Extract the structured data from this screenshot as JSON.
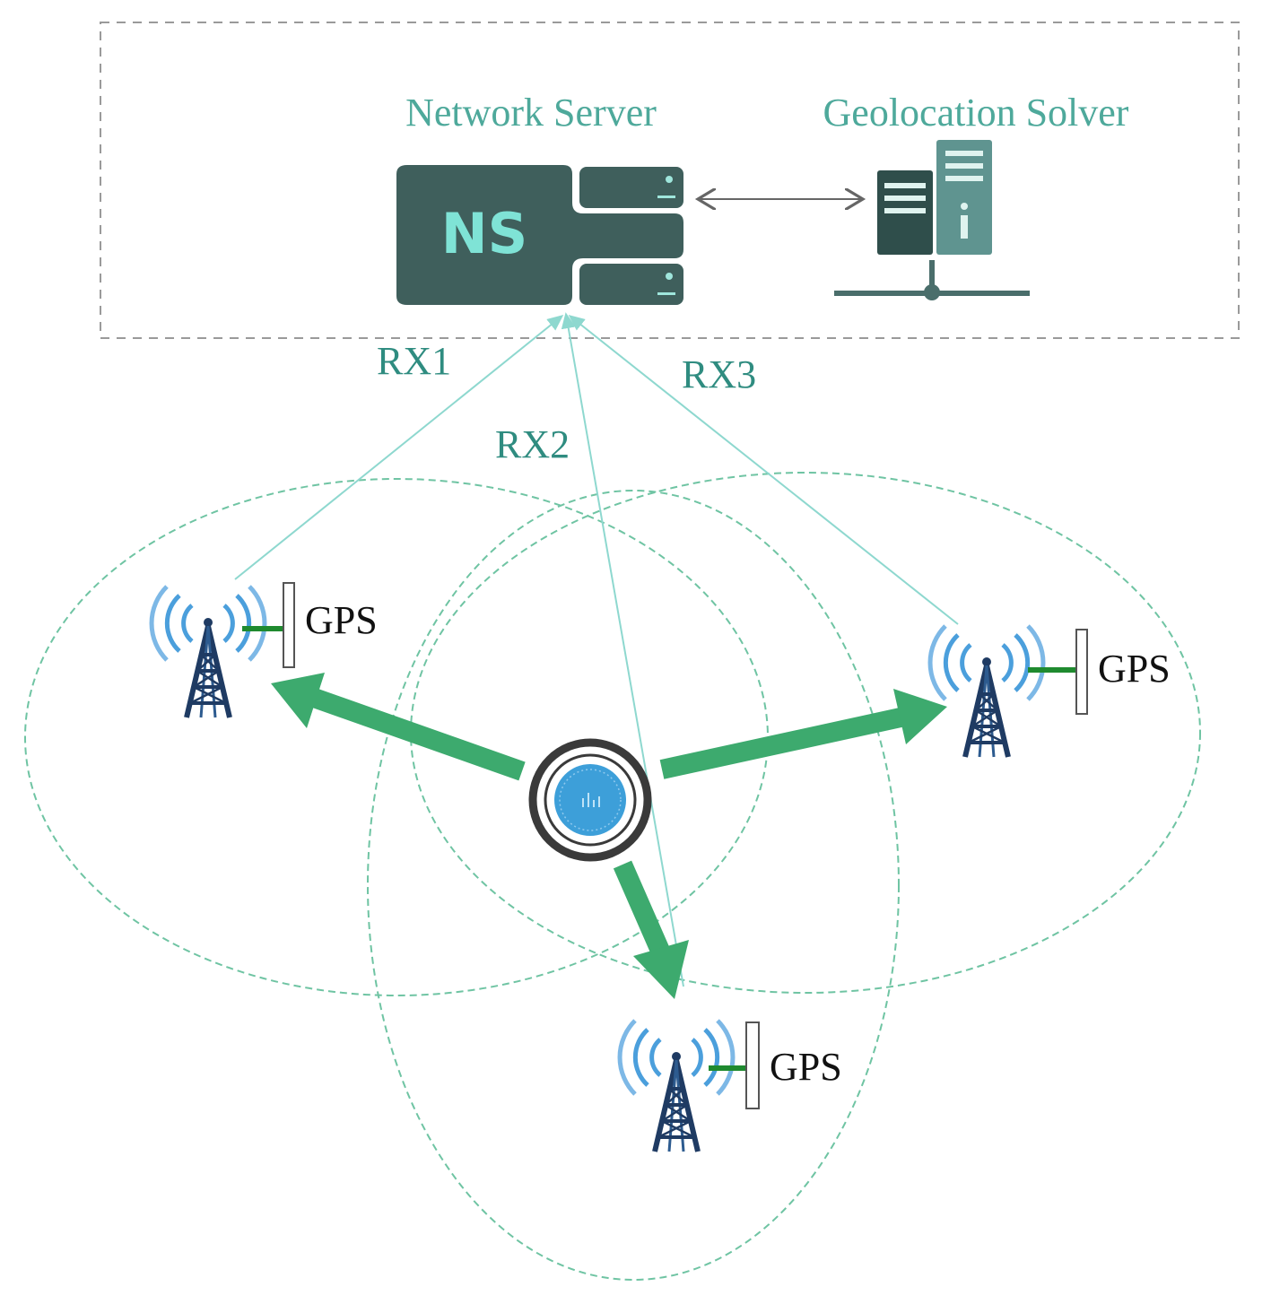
{
  "labels": {
    "network_server": "Network Server",
    "geolocation_solver": "Geolocation Solver",
    "ns": "NS",
    "rx1": "RX1",
    "rx2": "RX2",
    "rx3": "RX3",
    "gps": "GPS"
  },
  "icons": [
    "network-server-icon",
    "geolocation-solver-icon",
    "cell-tower-icon",
    "gps-antenna-icon",
    "end-device-icon",
    "bidirectional-arrow-icon"
  ],
  "colors": {
    "server_fill": "#3f5f5c",
    "accent_teal": "#4ea99b",
    "arrow_green": "#3daa6e",
    "coverage_dashed": "#6fc4a3",
    "device_blue": "#3d9fd9",
    "tower_navy": "#1f3b63"
  }
}
